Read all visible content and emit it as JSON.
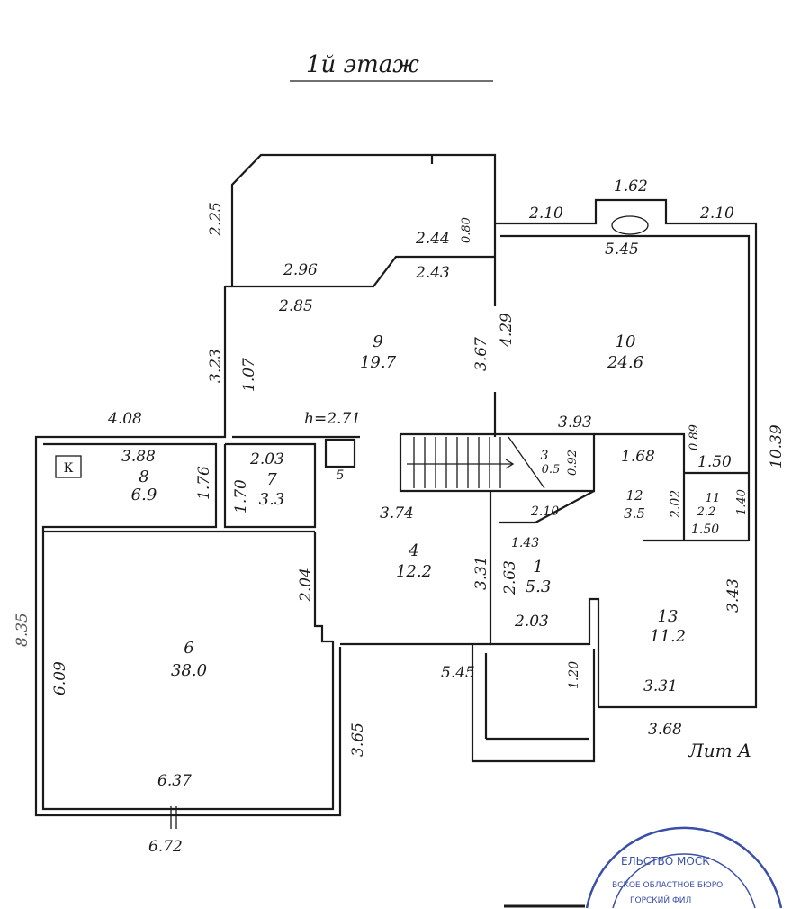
{
  "title": "1й этаж",
  "liter": "Лит А",
  "kitchen_mark": "К",
  "ceiling_height": "h=2.71",
  "rooms": [
    {
      "no": "9",
      "area": "19.7"
    },
    {
      "no": "10",
      "area": "24.6"
    },
    {
      "no": "8",
      "area": "6.9"
    },
    {
      "no": "7",
      "area": "3.3"
    },
    {
      "no": "5",
      "area": ""
    },
    {
      "no": "3",
      "area": "0.5"
    },
    {
      "no": "12",
      "area": "3.5"
    },
    {
      "no": "11",
      "area": "2.2"
    },
    {
      "no": "4",
      "area": "12.2"
    },
    {
      "no": "1",
      "area": "5.3"
    },
    {
      "no": "13",
      "area": "11.2"
    },
    {
      "no": "6",
      "area": "38.0"
    }
  ],
  "dims": [
    "2.25",
    "2.96",
    "2.85",
    "2.44",
    "0.80",
    "2.43",
    "2.10",
    "1.62",
    "5.45",
    "2.10",
    "3.23",
    "1.07",
    "3.67",
    "4.29",
    "4.08",
    "3.88",
    "1.76",
    "1.70",
    "2.03",
    "3.93",
    "0.92",
    "1.68",
    "0.89",
    "1.50",
    "2.02",
    "1.40",
    "1.50",
    "3.74",
    "2.10",
    "1.43",
    "3.31",
    "2.63",
    "2.04",
    "2.03",
    "5.45",
    "1.20",
    "3.43",
    "3.31",
    "3.68",
    "10.39",
    "8.35",
    "6.09",
    "3.65",
    "6.37",
    "6.72"
  ],
  "stamp": {
    "line1": "ЕЛЬСТВО МОСК",
    "line2": "ВСКОЕ ОБЛАСТНОЕ БЮРО",
    "line3": "ГОРСКИЙ ФИЛ"
  }
}
